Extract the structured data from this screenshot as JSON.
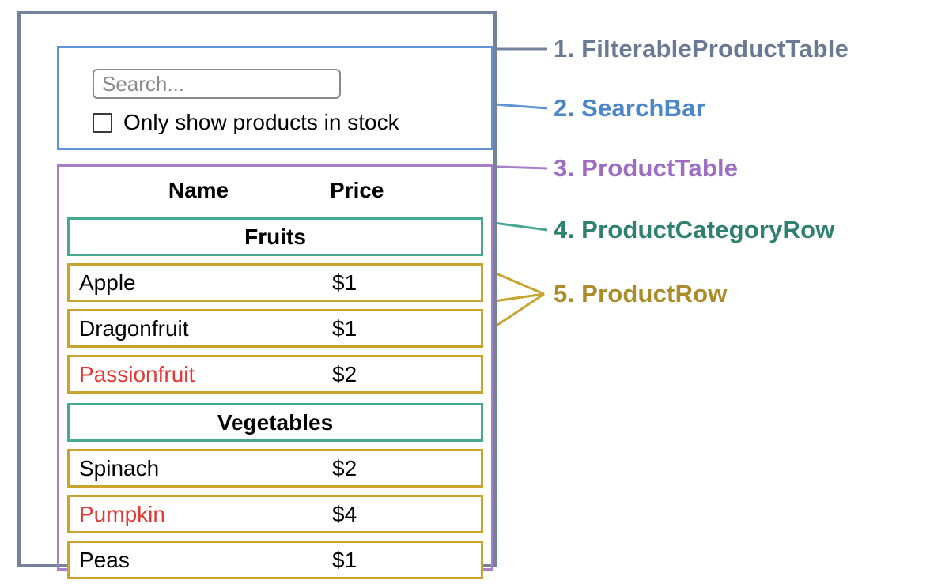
{
  "labels": [
    {
      "text": "1. FilterableProductTable",
      "color": "#6b7a94"
    },
    {
      "text": "2. SearchBar",
      "color": "#4a86c8"
    },
    {
      "text": "3. ProductTable",
      "color": "#9d6cc3"
    },
    {
      "text": "4. ProductCategoryRow",
      "color": "#2f8070"
    },
    {
      "text": "5. ProductRow",
      "color": "#ac8c2a"
    }
  ],
  "search": {
    "placeholder": "Search...",
    "checkbox_label": "Only show products in stock",
    "checkbox_checked": false
  },
  "table": {
    "header_name": "Name",
    "header_price": "Price",
    "categories": [
      {
        "name": "Fruits",
        "rows": [
          {
            "name": "Apple",
            "price": "$1",
            "in_stock": true
          },
          {
            "name": "Dragonfruit",
            "price": "$1",
            "in_stock": true
          },
          {
            "name": "Passionfruit",
            "price": "$2",
            "in_stock": false
          }
        ]
      },
      {
        "name": "Vegetables",
        "rows": [
          {
            "name": "Spinach",
            "price": "$2",
            "in_stock": true
          },
          {
            "name": "Pumpkin",
            "price": "$4",
            "in_stock": false
          },
          {
            "name": "Peas",
            "price": "$1",
            "in_stock": true
          }
        ]
      }
    ]
  },
  "colors": {
    "filterable_product_table_border": "#74829c",
    "search_bar_border": "#5e94d4",
    "product_table_border": "#a87fc9",
    "product_category_row_border": "#47a891",
    "product_row_border": "#c7a42e",
    "out_of_stock_text": "#e53935"
  }
}
